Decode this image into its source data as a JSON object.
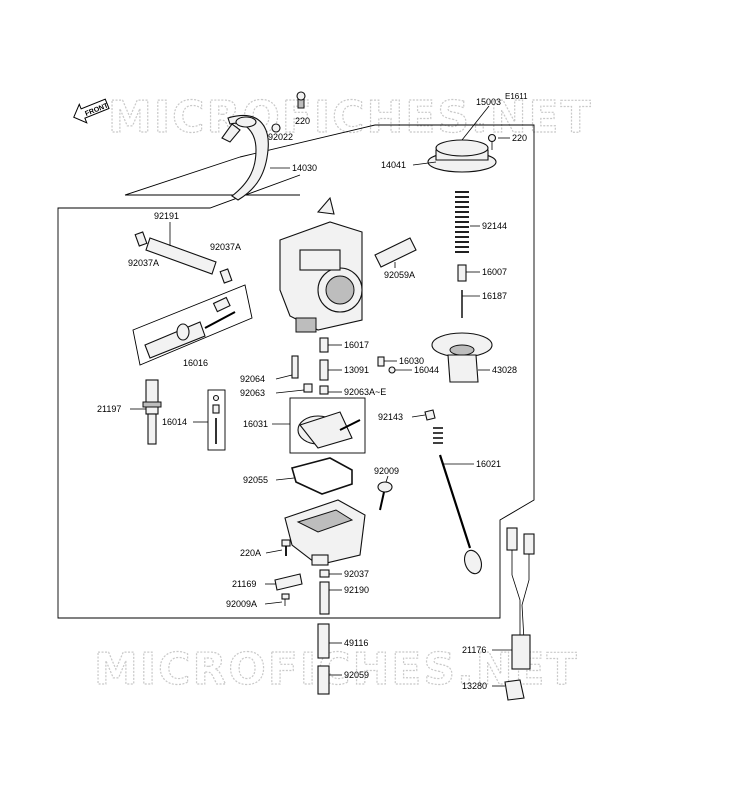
{
  "diagram": {
    "code": "E1611",
    "watermark_text": "MICROFICHES.NET",
    "front_label": "FRONT",
    "labels": {
      "p15003": "15003",
      "p220_top": "220",
      "p92022": "92022",
      "p220_right": "220",
      "p14041": "14041",
      "p14030": "14030",
      "p92191": "92191",
      "p92037A_left": "92037A",
      "p92037A_mid": "92037A",
      "p92144": "92144",
      "p16007": "16007",
      "p92059A": "92059A",
      "p16187": "16187",
      "p16016": "16016",
      "p16017": "16017",
      "p16030": "16030",
      "p16044": "16044",
      "p43028": "43028",
      "p92064": "92064",
      "p13091": "13091",
      "p92063": "92063",
      "p92063A_E": "92063A~E",
      "p21197": "21197",
      "p16014": "16014",
      "p16031": "16031",
      "p92143": "92143",
      "p16021": "16021",
      "p92009": "92009",
      "p92055": "92055",
      "p220A": "220A",
      "p92037": "92037",
      "p21169": "21169",
      "p92190": "92190",
      "p92009A": "92009A",
      "p49116": "49116",
      "p92059": "92059",
      "p21176": "21176",
      "p13280": "13280"
    }
  }
}
